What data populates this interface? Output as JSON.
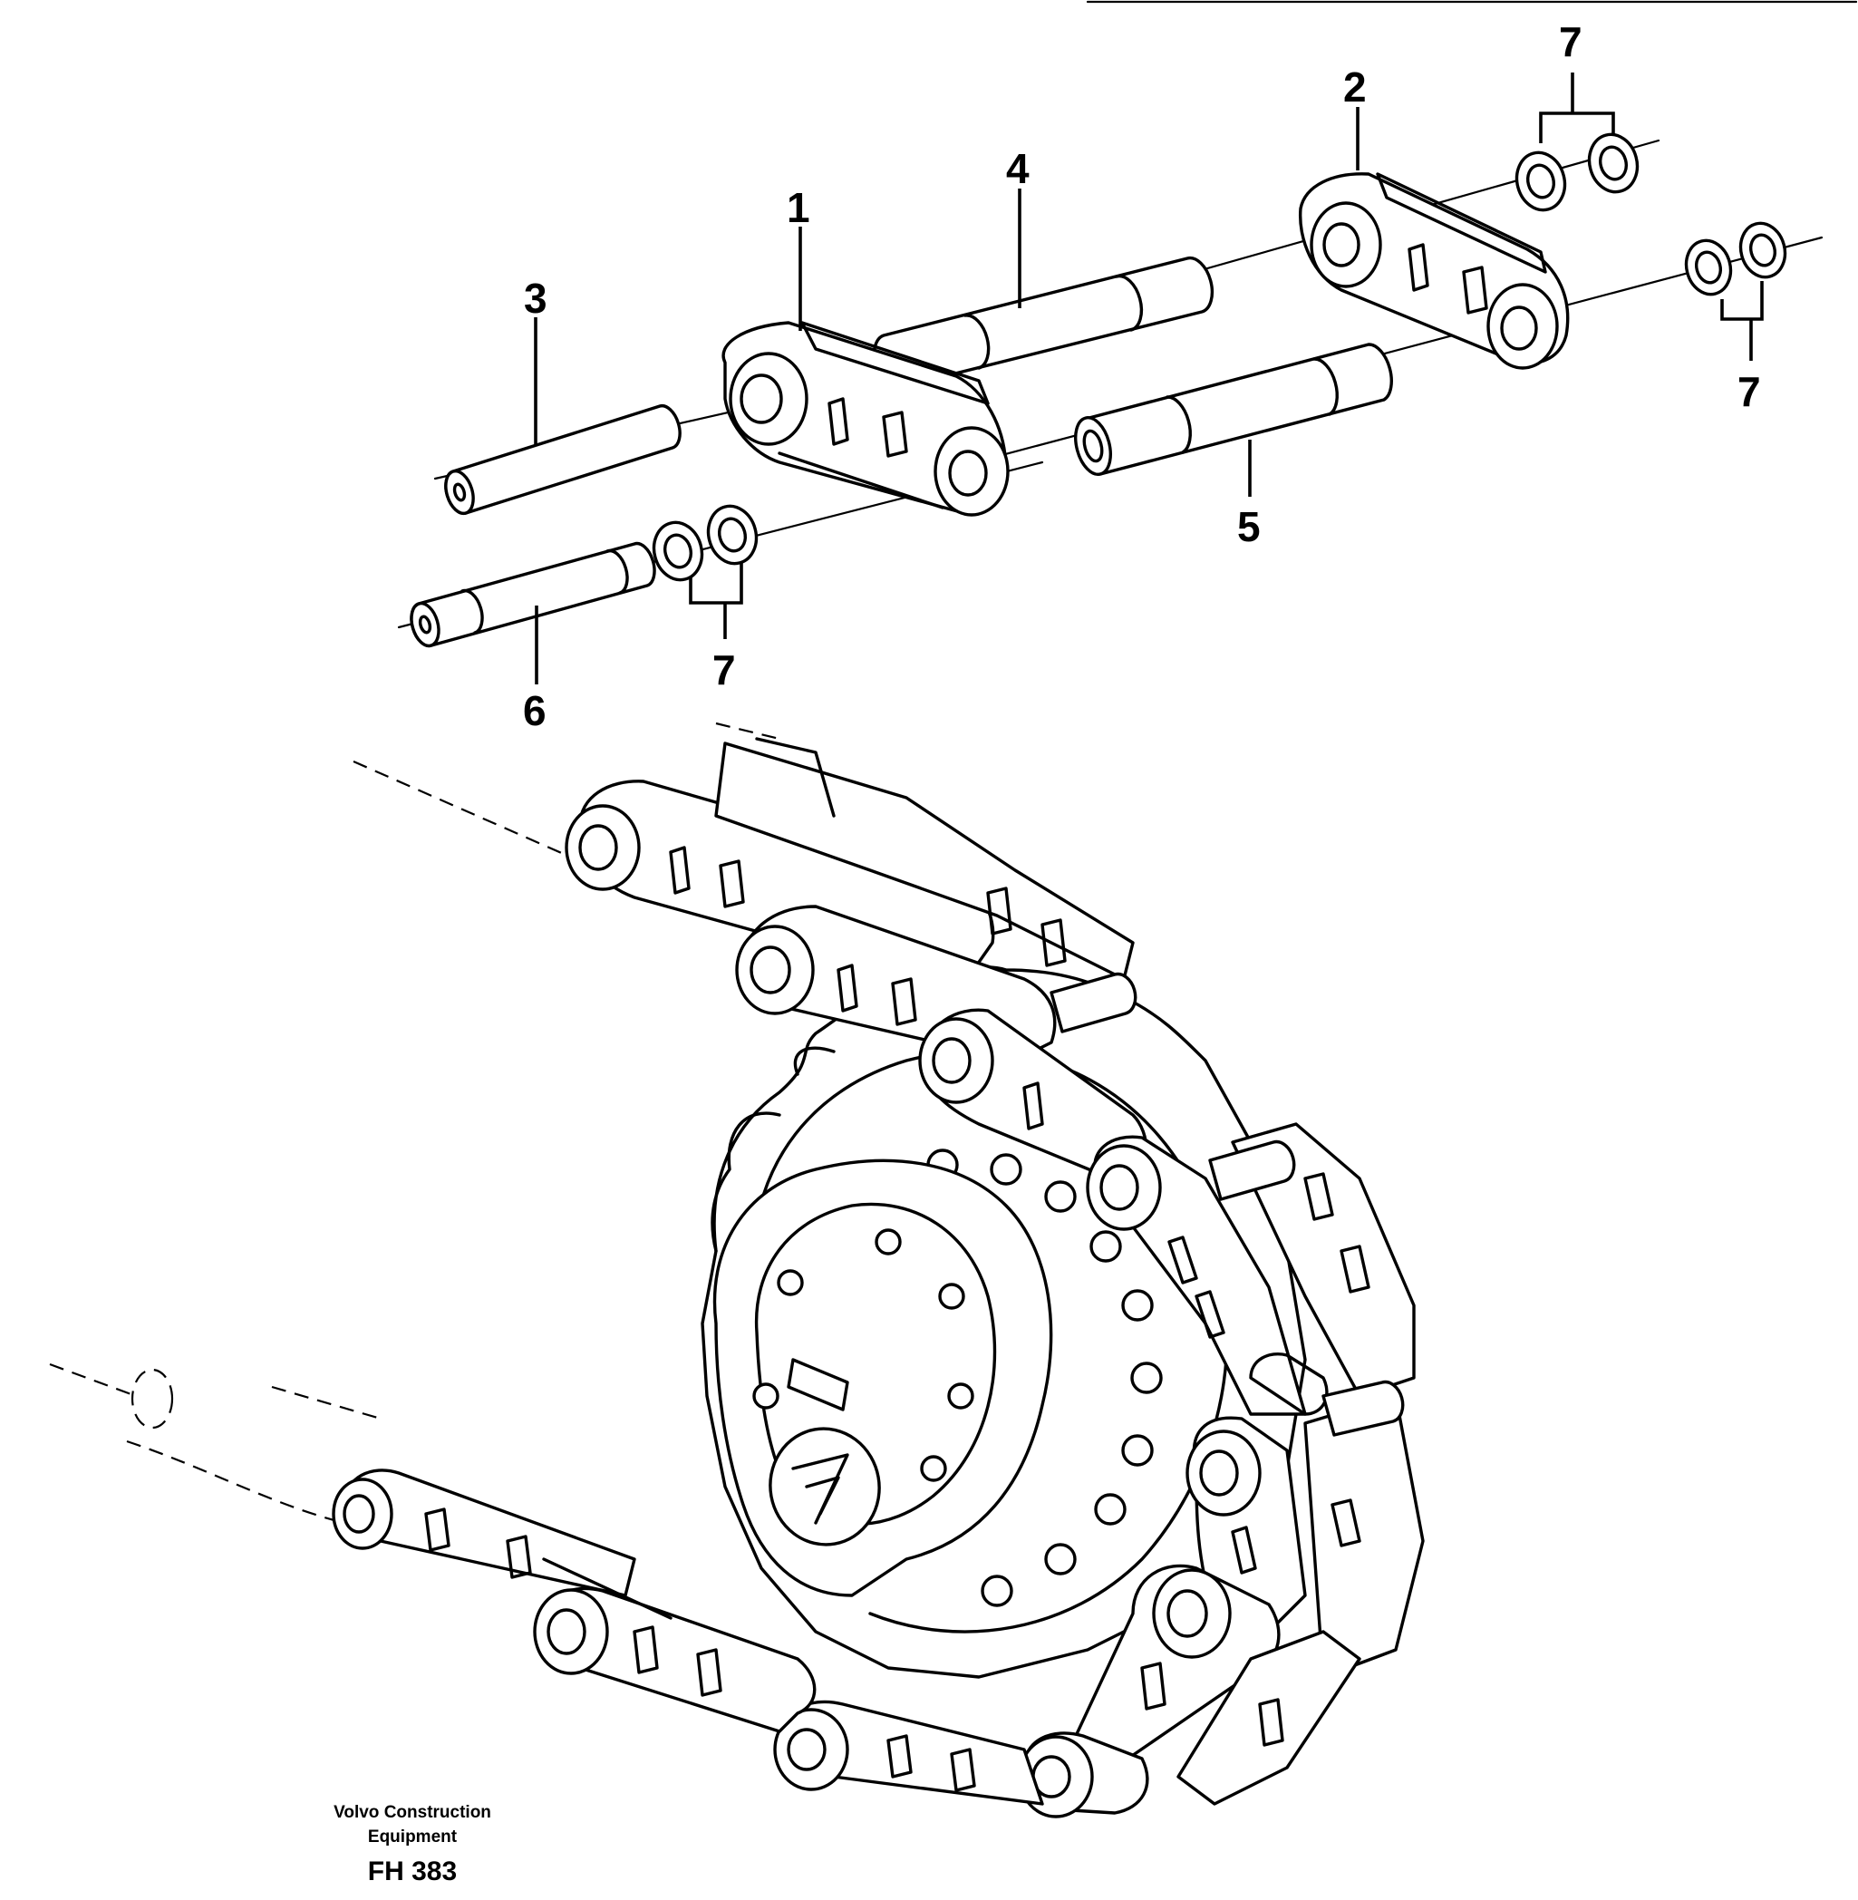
{
  "callouts": {
    "c1": "1",
    "c2": "2",
    "c3": "3",
    "c4": "4",
    "c5": "5",
    "c6": "6",
    "c7": "7"
  },
  "caption": {
    "company_line1": "Volvo Construction",
    "company_line2": "Equipment",
    "code": "FH 383"
  }
}
